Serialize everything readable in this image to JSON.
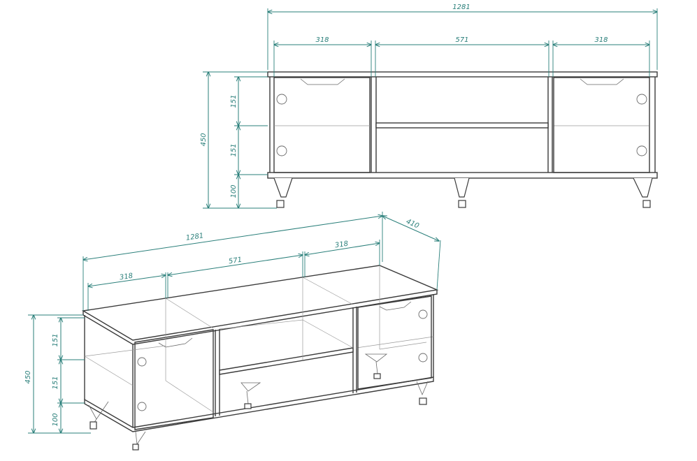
{
  "front_view": {
    "overall_width": "1281",
    "section_left": "318",
    "section_middle": "571",
    "section_right": "318",
    "overall_height": "450",
    "row_upper": "151",
    "row_lower": "151",
    "leg_height": "100"
  },
  "iso_view": {
    "overall_width": "1281",
    "depth": "410",
    "section_left": "318",
    "section_middle": "571",
    "section_right": "318",
    "overall_height": "450",
    "row_upper": "151",
    "row_lower": "151",
    "leg_height": "100"
  },
  "colors": {
    "dimension": "#2a7f7a",
    "outline": "#3b3b3b"
  }
}
